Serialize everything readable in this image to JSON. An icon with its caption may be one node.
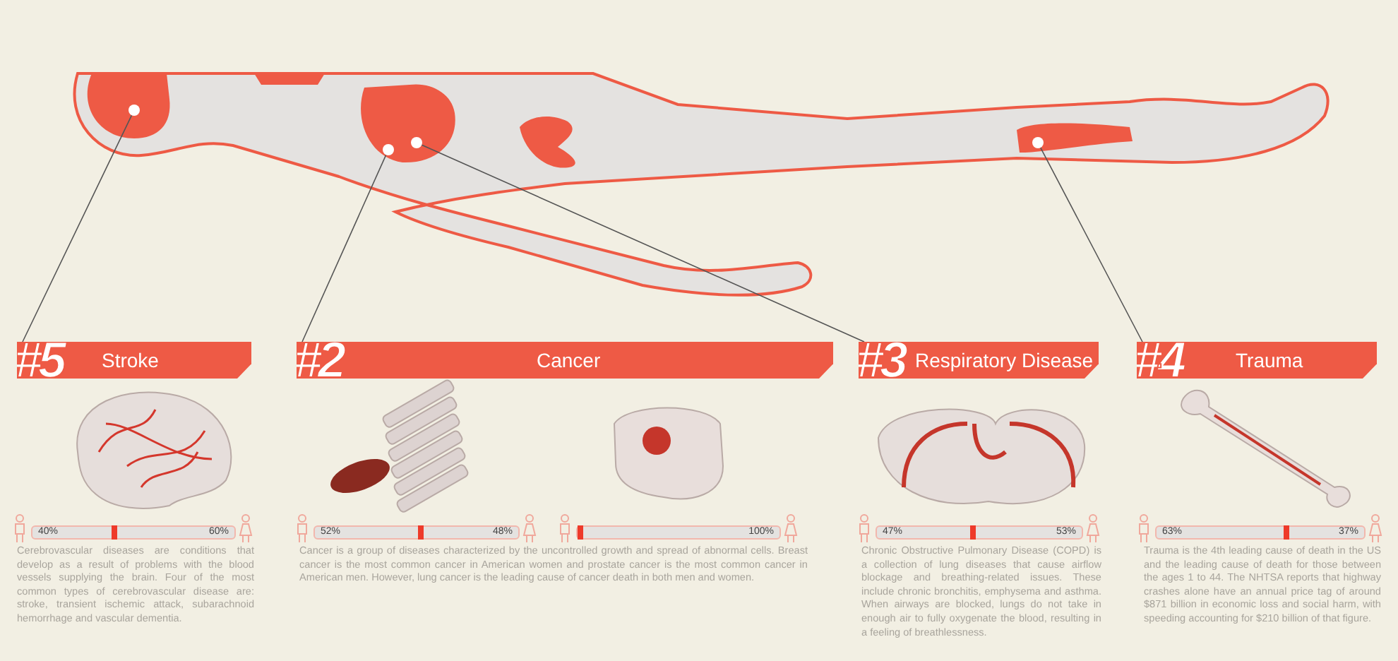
{
  "diagram": {
    "nodes": [
      {
        "text": [],
        "shape": "circle"
      },
      {
        "text": [],
        "shape": "circle"
      },
      {
        "text": [],
        "shape": "circle"
      },
      {
        "text": [],
        "shape": "circle"
      },
      {
        "text": [
          "#5",
          "Stroke"
        ]
      },
      {
        "text": [
          "#2",
          "Cancer"
        ]
      },
      {
        "text": [
          "#3",
          "Respiratory Disease"
        ]
      },
      {
        "text": [
          "#4",
          "Trauma"
        ]
      }
    ],
    "edges": [
      {
        "from": 0,
        "to": 4,
        "arrow": "none"
      },
      {
        "from": 1,
        "to": 5,
        "arrow": "none"
      },
      {
        "from": 2,
        "to": 6,
        "arrow": "none"
      },
      {
        "from": 3,
        "to": 7,
        "arrow": "none"
      }
    ],
    "labels": [
      "40%",
      "60%",
      "52%",
      "48%",
      "100%",
      "47%",
      "53%",
      "63%",
      "37%",
      "Cerebrovascular diseases are conditions that develop as a result of problems with the blood vessels supplying the brain. Four of the most common types of cerebrovascular disease are: stroke, transient ischemic attack, subarachnoid hemorrhage and vascular dementia.",
      "Cancer is a group of diseases characterized by the uncontrolled growth and spread of abnormal cells. Breast cancer is the most common cancer in American women and prostate cancer is the most common cancer in American men. However, lung cancer is the leading cause of cancer death in both men and women.",
      "Chronic Obstructive Pulmonary Disease (COPD) is a collection of lung diseases that cause airflow blockage and breathing-related issues. These include chronic bronchitis, emphysema and asthma. When airways are blocked, lungs do not take in enough air to fully oxygenate the blood, resulting in a feeling of breathlessness.",
      "Trauma is the 4th leading cause of death in the US and the leading cause of death for those between the ages 1 to 44. The NHTSA reports that highway crashes alone have an annual price tag of around $871 billion in economic loss and social harm, with speeding accounting for $210 billion of that figure."
    ]
  }
}
